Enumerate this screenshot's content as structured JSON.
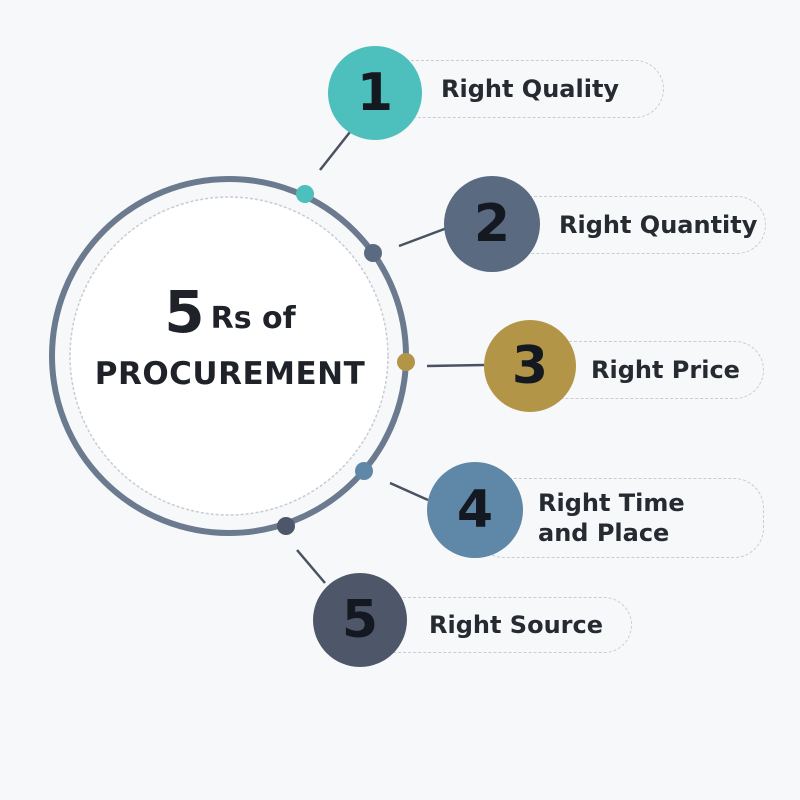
{
  "title": {
    "number": "5",
    "rs_of": "Rs of",
    "subtitle": "PROCUREMENT"
  },
  "steps": [
    {
      "number": "1",
      "label": "Right Quality",
      "color": "#4dbfbc"
    },
    {
      "number": "2",
      "label": "Right Quantity",
      "color": "#596a81"
    },
    {
      "number": "3",
      "label": "Right Price",
      "color": "#b39548"
    },
    {
      "number": "4",
      "label": "Right Time and Place",
      "color": "#5e87a8"
    },
    {
      "number": "5",
      "label": "Right Source",
      "color": "#4e576a"
    }
  ],
  "colors": {
    "ring": "#6b7a8e",
    "inner_ring": "#c8ccd3",
    "connector": "#4a5262",
    "background": "#f7f8f9"
  }
}
